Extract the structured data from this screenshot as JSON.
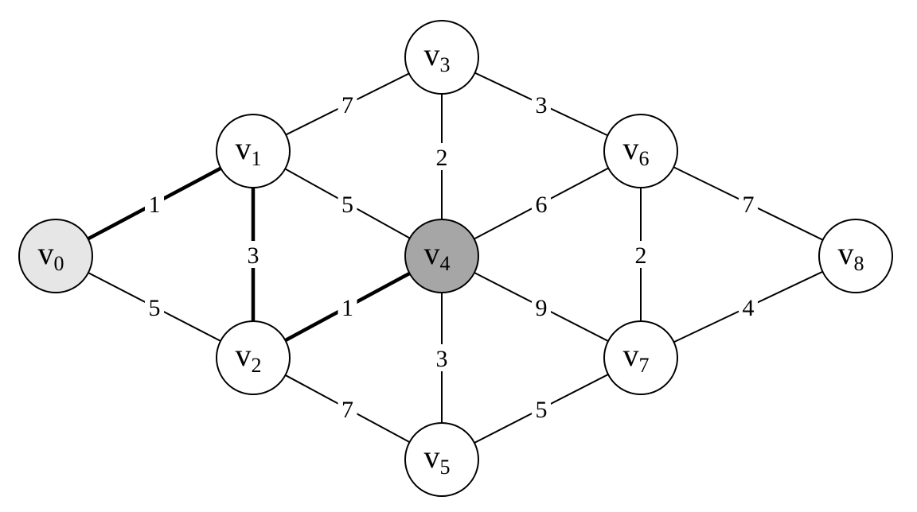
{
  "colors": {
    "stroke": "#000000",
    "node_fill": "#ffffff",
    "start_fill": "#e6e6e6",
    "current_fill": "#a6a6a6",
    "label_bg": "#ffffff"
  },
  "nodes": [
    {
      "id": "v0",
      "base": "v",
      "sub": "0",
      "state": "start"
    },
    {
      "id": "v1",
      "base": "v",
      "sub": "1",
      "state": "default"
    },
    {
      "id": "v2",
      "base": "v",
      "sub": "2",
      "state": "default"
    },
    {
      "id": "v3",
      "base": "v",
      "sub": "3",
      "state": "default"
    },
    {
      "id": "v4",
      "base": "v",
      "sub": "4",
      "state": "current"
    },
    {
      "id": "v5",
      "base": "v",
      "sub": "5",
      "state": "default"
    },
    {
      "id": "v6",
      "base": "v",
      "sub": "6",
      "state": "default"
    },
    {
      "id": "v7",
      "base": "v",
      "sub": "7",
      "state": "default"
    },
    {
      "id": "v8",
      "base": "v",
      "sub": "8",
      "state": "default"
    }
  ],
  "edges": [
    {
      "from": "v0",
      "to": "v1",
      "weight": "1",
      "selected": true
    },
    {
      "from": "v0",
      "to": "v2",
      "weight": "5",
      "selected": false
    },
    {
      "from": "v1",
      "to": "v2",
      "weight": "3",
      "selected": true
    },
    {
      "from": "v1",
      "to": "v3",
      "weight": "7",
      "selected": false
    },
    {
      "from": "v1",
      "to": "v4",
      "weight": "5",
      "selected": false
    },
    {
      "from": "v2",
      "to": "v4",
      "weight": "1",
      "selected": true
    },
    {
      "from": "v2",
      "to": "v5",
      "weight": "7",
      "selected": false
    },
    {
      "from": "v3",
      "to": "v4",
      "weight": "2",
      "selected": false
    },
    {
      "from": "v3",
      "to": "v6",
      "weight": "3",
      "selected": false
    },
    {
      "from": "v4",
      "to": "v5",
      "weight": "3",
      "selected": false
    },
    {
      "from": "v4",
      "to": "v6",
      "weight": "6",
      "selected": false
    },
    {
      "from": "v4",
      "to": "v7",
      "weight": "9",
      "selected": false
    },
    {
      "from": "v5",
      "to": "v7",
      "weight": "5",
      "selected": false
    },
    {
      "from": "v6",
      "to": "v7",
      "weight": "2",
      "selected": false
    },
    {
      "from": "v6",
      "to": "v8",
      "weight": "7",
      "selected": false
    },
    {
      "from": "v7",
      "to": "v8",
      "weight": "4",
      "selected": false
    }
  ]
}
